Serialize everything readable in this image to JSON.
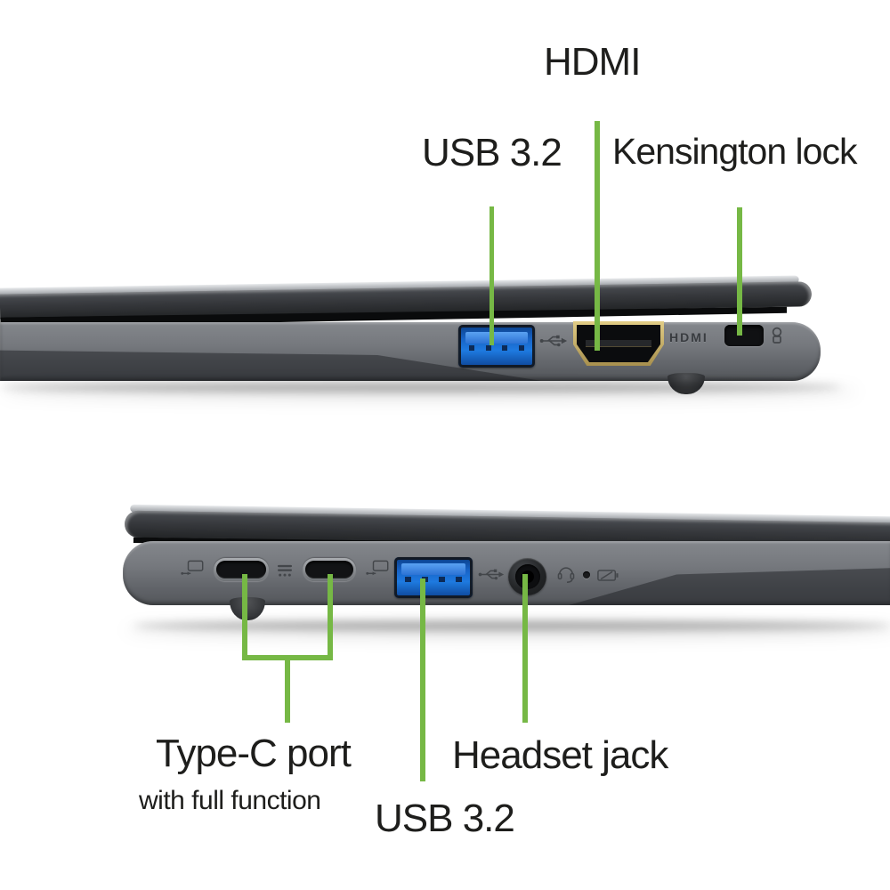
{
  "background": "#ffffff",
  "accent_green": "#76b845",
  "text_color": "#1e1e1c",
  "usb_blue": "#1e6bd2",
  "right_view": {
    "labels": {
      "hdmi": "HDMI",
      "usb32": "USB 3.2",
      "kensington": "Kensington lock"
    },
    "chassis_marking": "HDMI"
  },
  "left_view": {
    "labels": {
      "type_c": "Type-C port",
      "type_c_note": "with full function",
      "usb32": "USB 3.2",
      "headset": "Headset jack"
    }
  },
  "icons": {
    "usb_trident": "usb-trident-icon",
    "usb_display": "usb-displayport-icon",
    "power_delivery": "power-delivery-icon",
    "headset": "headset-icon",
    "mic_pinhole": "microphone-pinhole",
    "battery": "battery-charge-icon",
    "kensington_lock": "kensington-lock-icon"
  }
}
